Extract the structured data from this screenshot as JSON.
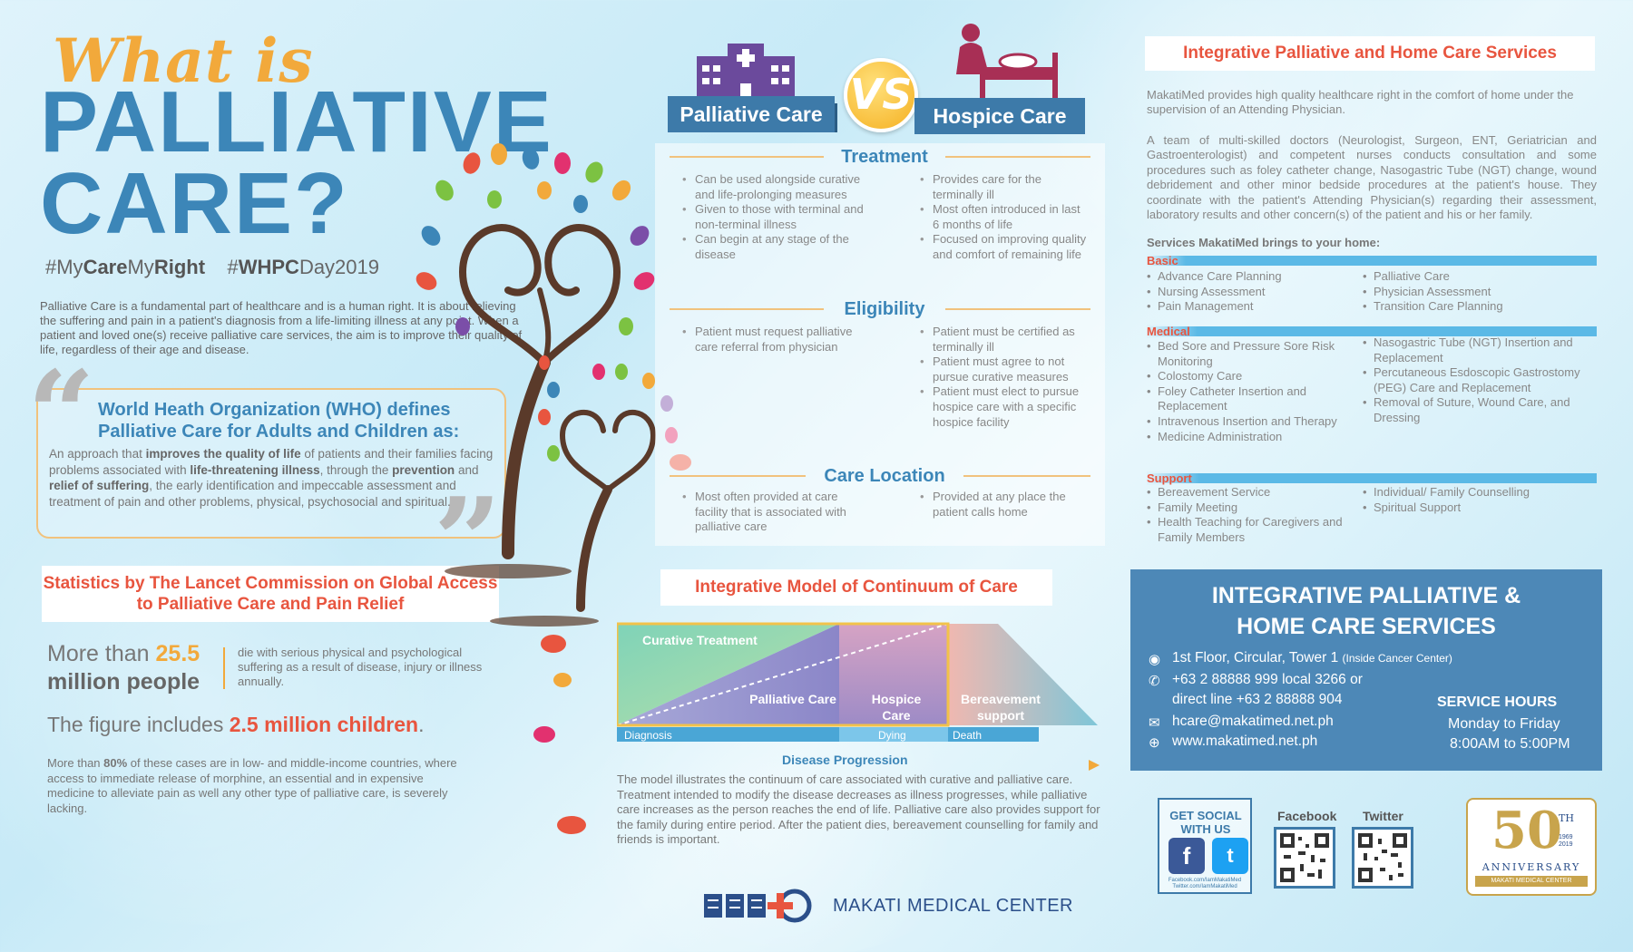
{
  "title": {
    "line1": "What is",
    "line2": "PALLIATIVE",
    "line3": "CARE?"
  },
  "hashtags": {
    "tag1_pre": "#My",
    "tag1_bold1": "Care",
    "tag1_mid": "My",
    "tag1_bold2": "Right",
    "tag2_pre": "#",
    "tag2_bold": "WHPC",
    "tag2_post": "Day2019"
  },
  "intro": "Palliative Care is a fundamental part of healthcare and is a human right. It is about relieving the suffering and pain in a patient's diagnosis from a life-limiting illness at any point. When a patient and loved one(s) receive palliative care services, the aim is to improve their quality of life, regardless of their age and disease.",
  "who": {
    "title": "World Heath Organization (WHO) defines Palliative Care for Adults and Children as:",
    "b1": "An approach that ",
    "b2": "improves the quality of life",
    "b3": " of patients and their families facing problems associated with ",
    "b4": "life-threatening illness",
    "b5": ", through the ",
    "b6": "prevention",
    "b7": " and ",
    "b8": "relief of suffering",
    "b9": ", the early identification and impeccable assessment and treatment of pain and other problems, physical, psychosocial and spiritual."
  },
  "stats": {
    "head": "Statistics by The Lancet Commission on Global Access to Palliative Care and Pain Relief",
    "s1_pre": "More than ",
    "s1_num": "25.5",
    "s1_post": "million people",
    "s1_desc": "die with serious physical and psychological suffering as a result of disease, injury or illness annually.",
    "s2_pre": "The figure includes ",
    "s2_num": "2.5 million children",
    "s2_post": ".",
    "s3_pre": "More than ",
    "s3_bold": "80%",
    "s3_post": " of these cases are in low- and middle-income countries, where access to immediate release of morphine, an essential and in expensive medicine to alleviate pain as well any other type of palliative care, is severely lacking."
  },
  "compare": {
    "vs": "VS",
    "left_label": "Palliative Care",
    "right_label": "Hospice Care",
    "sections": [
      {
        "title": "Treatment",
        "left": [
          "Can be used alongside curative and life-prolonging measures",
          "Given to those with terminal and non-terminal illness",
          "Can begin at any stage of the disease"
        ],
        "right": [
          "Provides care for the terminally ill",
          "Most often introduced in last 6 months of life",
          "Focused on improving quality and comfort of remaining life"
        ]
      },
      {
        "title": "Eligibility",
        "left": [
          "Patient must request palliative care referral from physician"
        ],
        "right": [
          "Patient must be certified as terminally ill",
          "Patient must agree to not pursue curative measures",
          "Patient must elect to pursue hospice care with a specific hospice facility"
        ]
      },
      {
        "title": "Care Location",
        "left": [
          "Most often provided at care facility that is associated with palliative care"
        ],
        "right": [
          "Provided at any place the patient calls home"
        ]
      }
    ]
  },
  "continuum": {
    "head": "Integrative Model of Continuum of Care",
    "curative": "Curative Treatment",
    "palliative": "Palliative Care",
    "hospice": "Hospice Care",
    "bereavement": "Bereavement support",
    "diagnosis": "Diagnosis",
    "dying": "Dying",
    "death": "Death",
    "progression": "Disease Progression",
    "desc": "The model illustrates the continuum of care associated with curative and palliative care. Treatment intended to modify the disease decreases as illness progresses, while palliative care increases as the person reaches the end of life. Palliative care also provides support for the family during entire period. After the patient dies, bereavement counselling for family and friends is important."
  },
  "logo_text": "MAKATI MEDICAL CENTER",
  "services": {
    "title": "Integrative Palliative and Home Care Services",
    "p1": "MakatiMed provides high quality healthcare right in the comfort of home under the supervision of an Attending Physician.",
    "p2": "A team of multi-skilled doctors (Neurologist, Surgeon, ENT, Geriatrician and Gastroenterologist) and competent nurses conducts consultation and some procedures such as foley catheter change, Nasogastric Tube (NGT) change, wound debridement and other minor bedside procedures at the patient's house. They coordinate with the patient's Attending Physician(s) regarding their assessment, laboratory results and other concern(s) of the patient and his or her family.",
    "sub": "Services MakatiMed brings to your home:",
    "categories": [
      {
        "name": "Basic",
        "left": [
          "Advance Care Planning",
          "Nursing Assessment",
          "Pain Management"
        ],
        "right": [
          "Palliative Care",
          "Physician Assessment",
          "Transition Care Planning"
        ]
      },
      {
        "name": "Medical",
        "left": [
          "Bed Sore and Pressure Sore Risk Monitoring",
          "Colostomy Care",
          "Foley Catheter Insertion and Replacement",
          "Intravenous Insertion and Therapy",
          "Medicine Administration"
        ],
        "right": [
          "Nasogastric Tube (NGT) Insertion and Replacement",
          "Percutaneous Esdoscopic Gastrostomy (PEG) Care and Replacement",
          "Removal of Suture, Wound Care, and Dressing"
        ]
      },
      {
        "name": "Support",
        "left": [
          "Bereavement Service",
          "Family Meeting",
          "Health Teaching for Caregivers and Family Members"
        ],
        "right": [
          "Individual/ Family Counselling",
          "Spiritual Support"
        ]
      }
    ]
  },
  "contact": {
    "title1": "INTEGRATIVE PALLIATIVE &",
    "title2": "HOME CARE SERVICES",
    "address": "1st Floor, Circular, Tower 1",
    "address_note": "(Inside Cancer Center)",
    "phone1": "+63 2 88888 999 local 3266 or",
    "phone2": "direct line +63 2 88888 904",
    "email": "hcare@makatimed.net.ph",
    "web": "www.makatimed.net.ph",
    "hours_title": "SERVICE HOURS",
    "hours_days": "Monday to Friday",
    "hours_time": "8:00AM to 5:00PM"
  },
  "social": {
    "label": "GET SOCIAL WITH US",
    "fb_handle": "Facebook.com/IamMakatiMed",
    "tw_handle": "Twitter.com/IamMakatiMed",
    "facebook": "Facebook",
    "twitter": "Twitter"
  },
  "anniversary": {
    "number": "50",
    "th": "TH",
    "years1": "1969",
    "years2": "2019",
    "word": "ANNIVERSARY",
    "org": "MAKATI MEDICAL CENTER"
  },
  "colors": {
    "blue": "#3c86b8",
    "orange": "#f2a93b",
    "red": "#e8553f",
    "navy": "#2b4f8a",
    "contact_bg": "#4d88b7"
  }
}
